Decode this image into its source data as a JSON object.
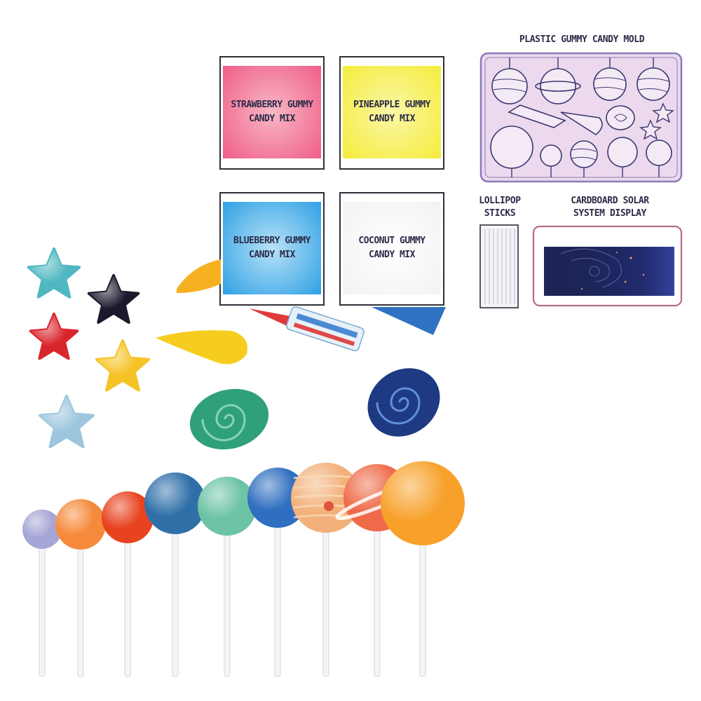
{
  "packets": [
    {
      "label_line1": "STRAWBERRY GUMMY",
      "label_line2": "CANDY MIX",
      "color_top": "#f05d86",
      "color_bottom": "#f8b8c6"
    },
    {
      "label_line1": "PINEAPPLE GUMMY",
      "label_line2": "CANDY MIX",
      "color_top": "#f4ec3a",
      "color_bottom": "#fbf7a8"
    },
    {
      "label_line1": "BLUEBERRY GUMMY",
      "label_line2": "CANDY MIX",
      "color_top": "#2fa0e4",
      "color_bottom": "#b8e2f7"
    },
    {
      "label_line1": "COCONUT GUMMY",
      "label_line2": "CANDY MIX",
      "color_top": "#f2f2f2",
      "color_bottom": "#ffffff"
    }
  ],
  "mold": {
    "title": "PLASTIC GUMMY CANDY MOLD",
    "color": "#ecd9ee",
    "outline": "#8a7bb8"
  },
  "sticks": {
    "title_line1": "LOLLIPOP",
    "title_line2": "STICKS"
  },
  "display": {
    "title_line1": "CARDBOARD SOLAR",
    "title_line2": "SYSTEM DISPLAY",
    "color": "#1e2556",
    "frame": "#b86a8c"
  },
  "stars": [
    "#4fb7c0",
    "#1a1a2c",
    "#d9252d",
    "#f6c326",
    "#9dc6de"
  ],
  "lollipops": [
    "#a6a6d6",
    "#f58a3a",
    "#e8431f",
    "#2f6fa8",
    "#6cc3a5",
    "#2f6ec0",
    "#f3b07a",
    "#ee6a48",
    "#f7a12a"
  ]
}
